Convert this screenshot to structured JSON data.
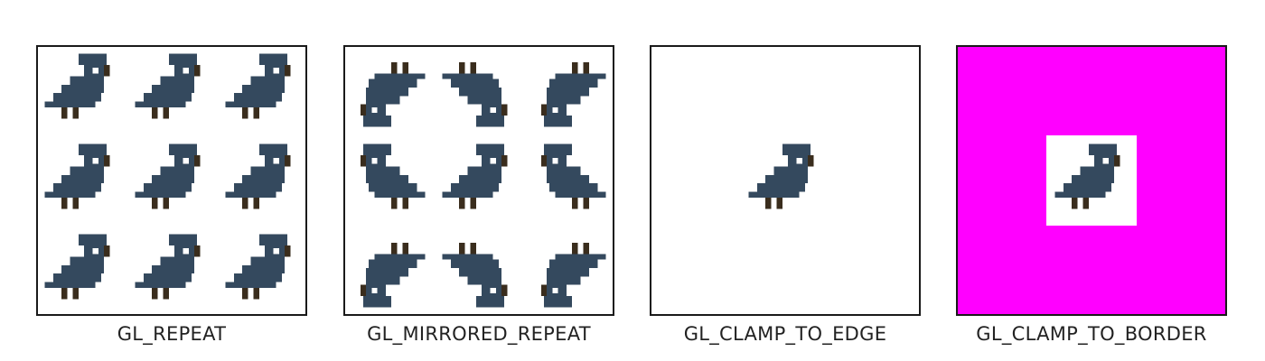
{
  "colors": {
    "bird_body": "#34495e",
    "bird_feet": "#3a2d1d",
    "bird_eye": "#ffffff",
    "background": "#ffffff",
    "border_color": "#ff00ff",
    "frame": "#1a1a1a"
  },
  "panels": [
    {
      "id": "repeat",
      "caption": "GL_REPEAT"
    },
    {
      "id": "mirror",
      "caption": "GL_MIRRORED_REPEAT"
    },
    {
      "id": "clamp",
      "caption": "GL_CLAMP_TO_EDGE"
    },
    {
      "id": "border",
      "caption": "GL_CLAMP_TO_BORDER"
    }
  ]
}
